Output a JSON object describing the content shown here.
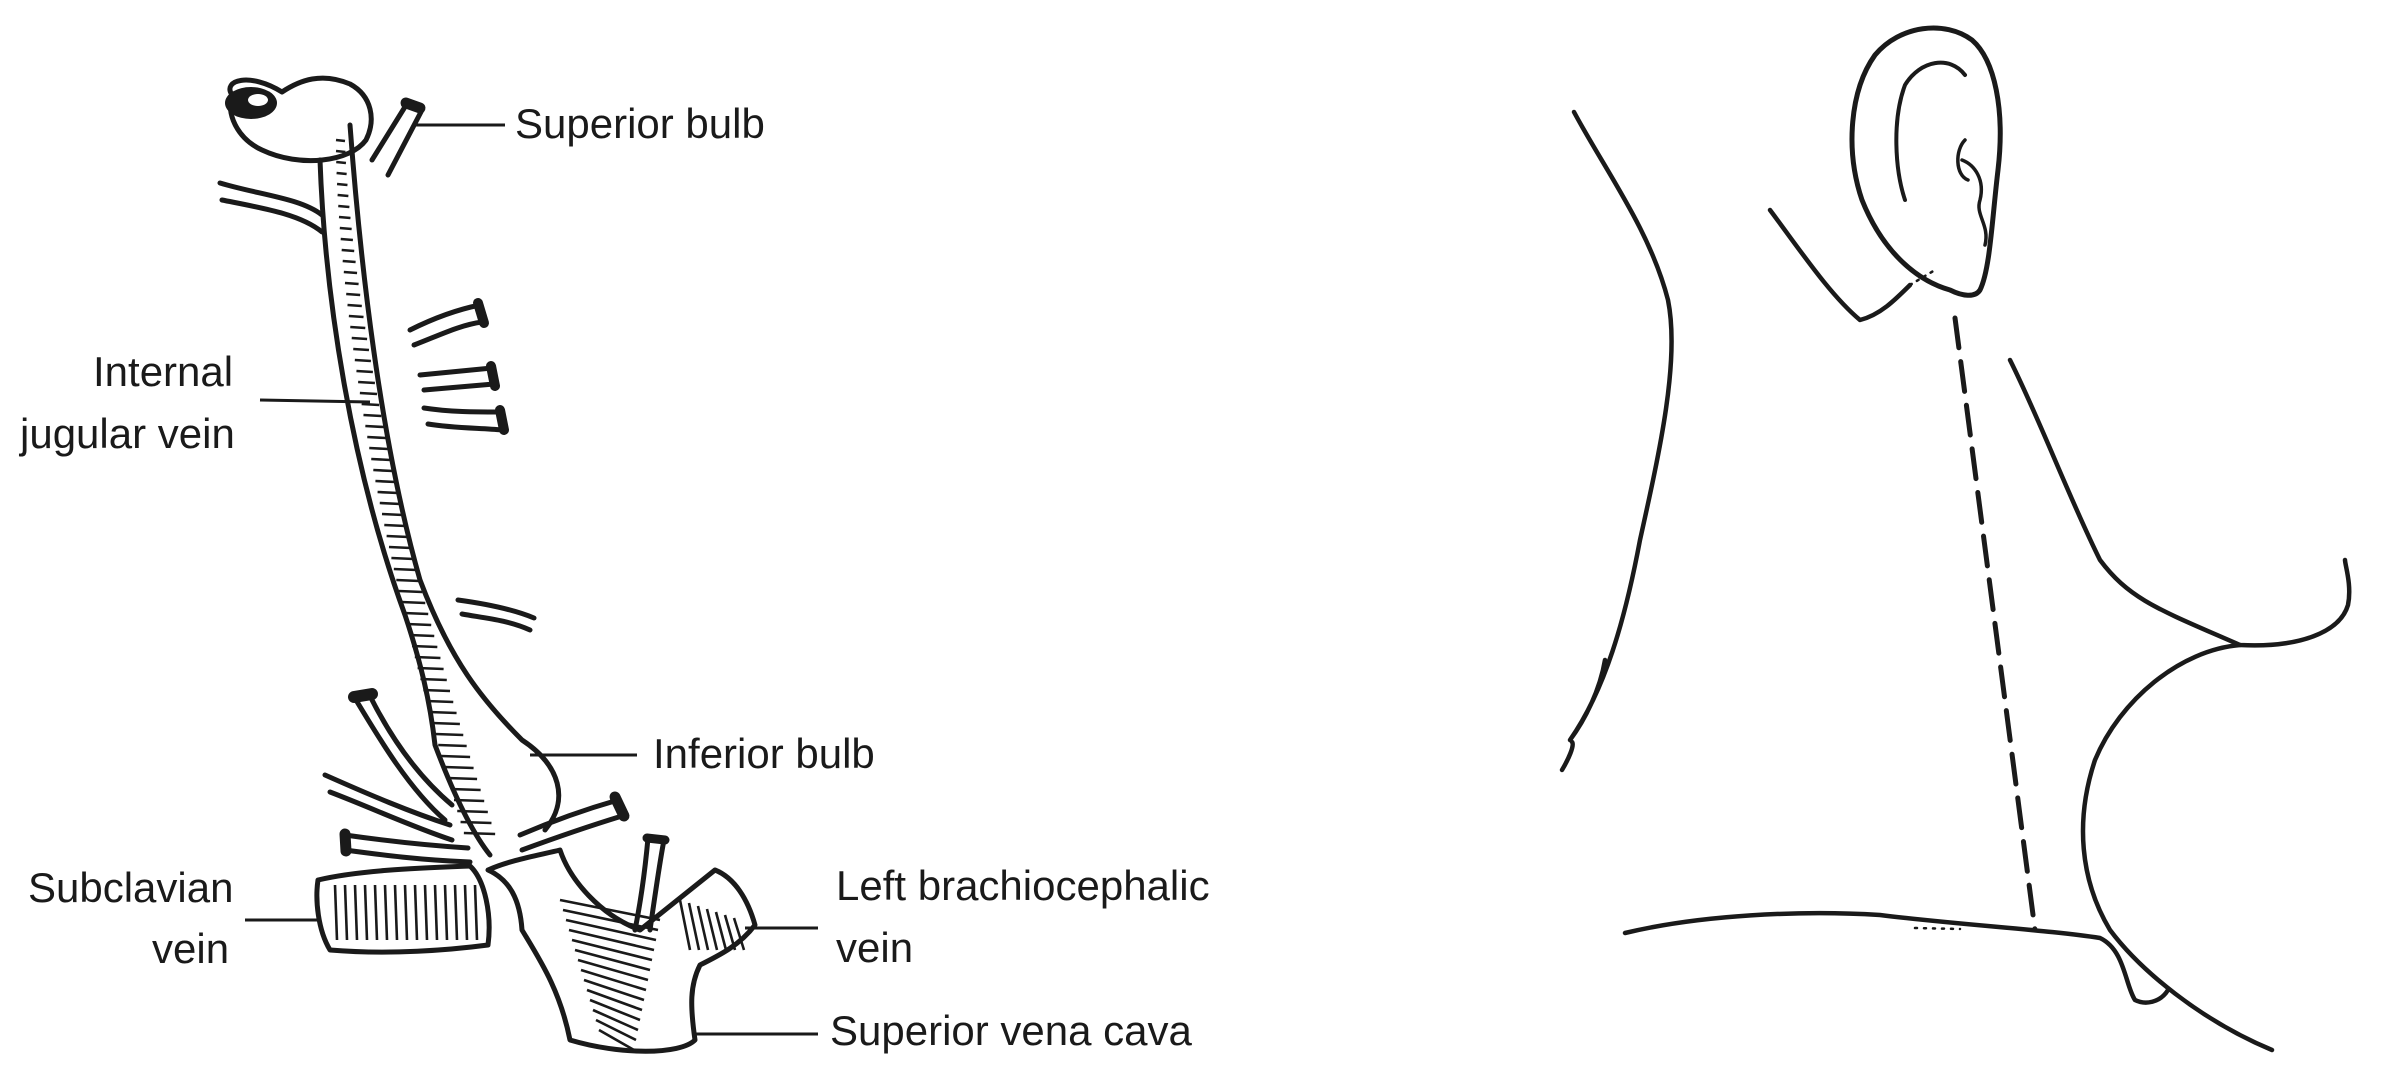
{
  "labels": {
    "superior_bulb": "Superior bulb",
    "internal_jugular_line1": "Internal",
    "internal_jugular_line2": "jugular vein",
    "inferior_bulb": "Inferior bulb",
    "subclavian_line1": "Subclavian",
    "subclavian_line2": "vein",
    "left_brachio_line1": "Left brachiocephalic",
    "left_brachio_line2": "vein",
    "superior_vena_cava": "Superior vena cava"
  },
  "colors": {
    "ink": "#1a1a1a",
    "background": "#ffffff"
  }
}
